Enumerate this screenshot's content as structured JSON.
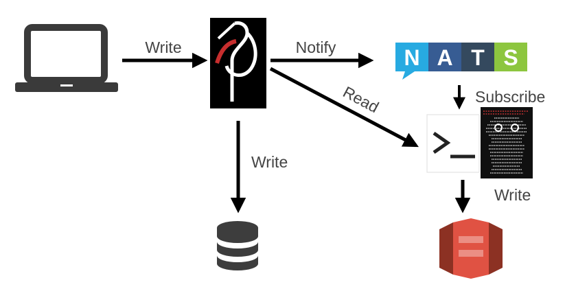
{
  "colors": {
    "line": "#000000",
    "label": "#444444",
    "laptop": "#3a3a3a",
    "minio_bg": "#000000",
    "minio_bird": "#ffffff",
    "minio_accent": "#c72e2e",
    "nats_teal": "#27aae1",
    "nats_navy": "#375c93",
    "nats_slate": "#34495e",
    "nats_green": "#8dc63f",
    "database": "#3d3d3d",
    "s3": "#e05243",
    "s3_dark": "#8c3123"
  },
  "nodes": {
    "laptop": {
      "icon": "laptop-icon"
    },
    "minio": {
      "icon": "minio-logo"
    },
    "nats": {
      "letters": [
        "N",
        "A",
        "T",
        "S"
      ],
      "icon": "nats-logo"
    },
    "worker": {
      "icon": "terminal-icon",
      "mascot": "gopher-ascii-icon"
    },
    "database": {
      "icon": "database-icon"
    },
    "s3": {
      "icon": "s3-bucket-icon"
    }
  },
  "edges": {
    "client_write": "Write",
    "notify": "Notify",
    "read": "Read",
    "subscribe": "Subscribe",
    "db_write": "Write",
    "s3_write": "Write"
  }
}
